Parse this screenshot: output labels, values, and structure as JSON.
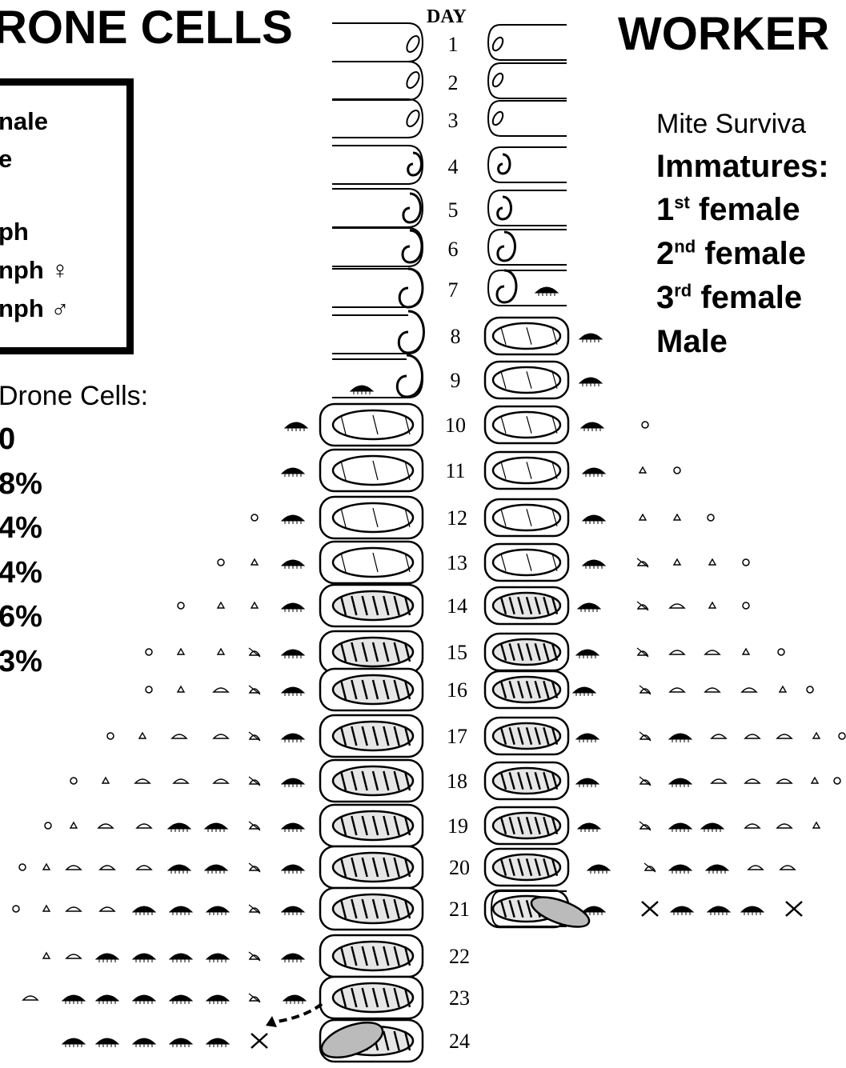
{
  "titles": {
    "drone": "RONE CELLS",
    "worker": "WORKER",
    "day_header": "DAY"
  },
  "legend": {
    "lines": [
      "nale",
      "e",
      "ph",
      "nph ♀",
      "nph ♂"
    ]
  },
  "drone_survival": {
    "heading": "Drone Cells:",
    "values": [
      "0",
      "8%",
      "4%",
      "4%",
      "6%",
      "3%"
    ]
  },
  "worker_survival": {
    "heading_1": "Mite Surviva",
    "heading_2": "Immatures:",
    "rows": [
      {
        "ord": "1",
        "sup": "st",
        "label": " female"
      },
      {
        "ord": "2",
        "sup": "nd",
        "label": " female"
      },
      {
        "ord": "3",
        "sup": "rd",
        "label": " female"
      },
      {
        "ord": "Male",
        "sup": "",
        "label": ""
      }
    ]
  },
  "days": [
    "1",
    "2",
    "3",
    "4",
    "5",
    "6",
    "7",
    "8",
    "9",
    "10",
    "11",
    "12",
    "13",
    "14",
    "15",
    "16",
    "17",
    "18",
    "19",
    "20",
    "21",
    "22",
    "23",
    "24"
  ]
}
